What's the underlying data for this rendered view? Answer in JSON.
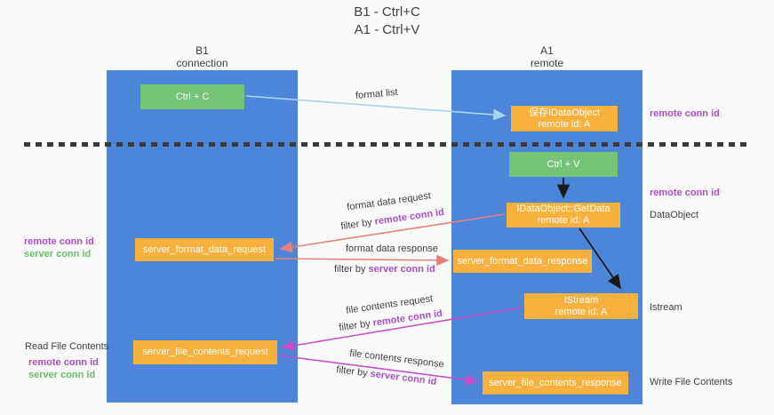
{
  "title": {
    "line1": "B1 - Ctrl+C",
    "line2": "A1 - Ctrl+V"
  },
  "colors": {
    "lane_blue": "#4d86d9",
    "node_orange": "#f9b13e",
    "node_green": "#76c277",
    "arrow_lightblue": "#a9d3ee",
    "arrow_salmon": "#e8807a",
    "arrow_magenta": "#c84fc8",
    "arrow_black": "#1a1a1a",
    "text_purple": "#a550c8",
    "text_green": "#67bd6a"
  },
  "columns": {
    "b1": {
      "name": "B1",
      "sub": "connection"
    },
    "a1": {
      "name": "A1",
      "sub": "remote"
    }
  },
  "nodes": {
    "ctrl_c": {
      "label": "Ctrl + C"
    },
    "save_idataobject": {
      "line1": "保存IDataObject",
      "line2": "remote id: A"
    },
    "ctrl_v": {
      "label": "Ctrl + V"
    },
    "getdata": {
      "line1": "IDataObject::GetData",
      "line2": "remote id: A"
    },
    "format_request": {
      "label": "server_format_data_request"
    },
    "format_response": {
      "label": "server_format_data_response"
    },
    "istream": {
      "line1": "IStream",
      "line2": "remote id: A"
    },
    "file_request": {
      "label": "server_file_contents_request"
    },
    "file_response": {
      "label": "server_file_contents_response"
    }
  },
  "side_labels": {
    "remote_conn_id_top": "remote conn id",
    "remote_conn_id_mid": "remote conn id",
    "dataobject": "DataObject",
    "istream": "Istream",
    "write_file_contents": "Write File Contents",
    "read_file_contents": "Read File Contents",
    "left_remote_1": "remote conn id",
    "left_server_1": "server conn id",
    "left_remote_2": "remote conn id",
    "left_server_2": "server conn id"
  },
  "edge_labels": {
    "format_list": "format list",
    "format_data_request": "format data request",
    "format_data_response": "format data response",
    "file_contents_request": "file contents request",
    "file_contents_response": "file contents response",
    "filter_by": "filter by ",
    "remote_conn_id": "remote conn id",
    "server_conn_id": "server conn id"
  }
}
